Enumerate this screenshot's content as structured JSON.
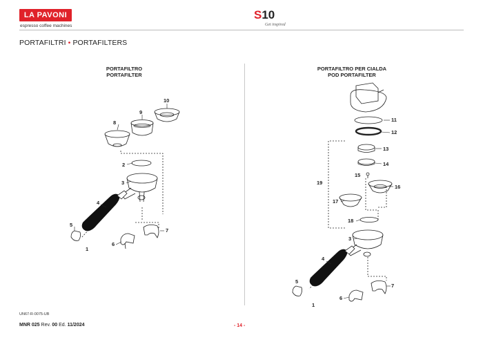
{
  "header": {
    "logo_text": "LA PAVONI",
    "logo_subtitle": "espresso coffee machines",
    "model_prefix": "S",
    "model_number": "10",
    "model_tagline": "Get inspired"
  },
  "page_title": {
    "it": "PORTAFILTRI",
    "separator": "•",
    "en": "PORTAFILTERS"
  },
  "left_section": {
    "title_it": "PORTAFILTRO",
    "title_en": "PORTAFILTER",
    "callouts": [
      "1",
      "2",
      "3",
      "4",
      "5",
      "6",
      "7",
      "8",
      "9",
      "10"
    ]
  },
  "right_section": {
    "title_it": "PORTAFILTRO PER CIALDA",
    "title_en": "POD PORTAFILTER",
    "callouts": [
      "1",
      "3",
      "4",
      "5",
      "6",
      "7",
      "11",
      "12",
      "13",
      "14",
      "15",
      "16",
      "17",
      "18",
      "19"
    ]
  },
  "footer": {
    "drawing_code": "UN67-R-0075-UB",
    "doc_label": "MNR 025",
    "rev_label": "Rev.",
    "rev_value": "00",
    "ed_label": "Ed.",
    "ed_value": "11/2024",
    "page_number": "- 14 -"
  },
  "colors": {
    "brand_red": "#e0222a",
    "line": "#222222"
  }
}
